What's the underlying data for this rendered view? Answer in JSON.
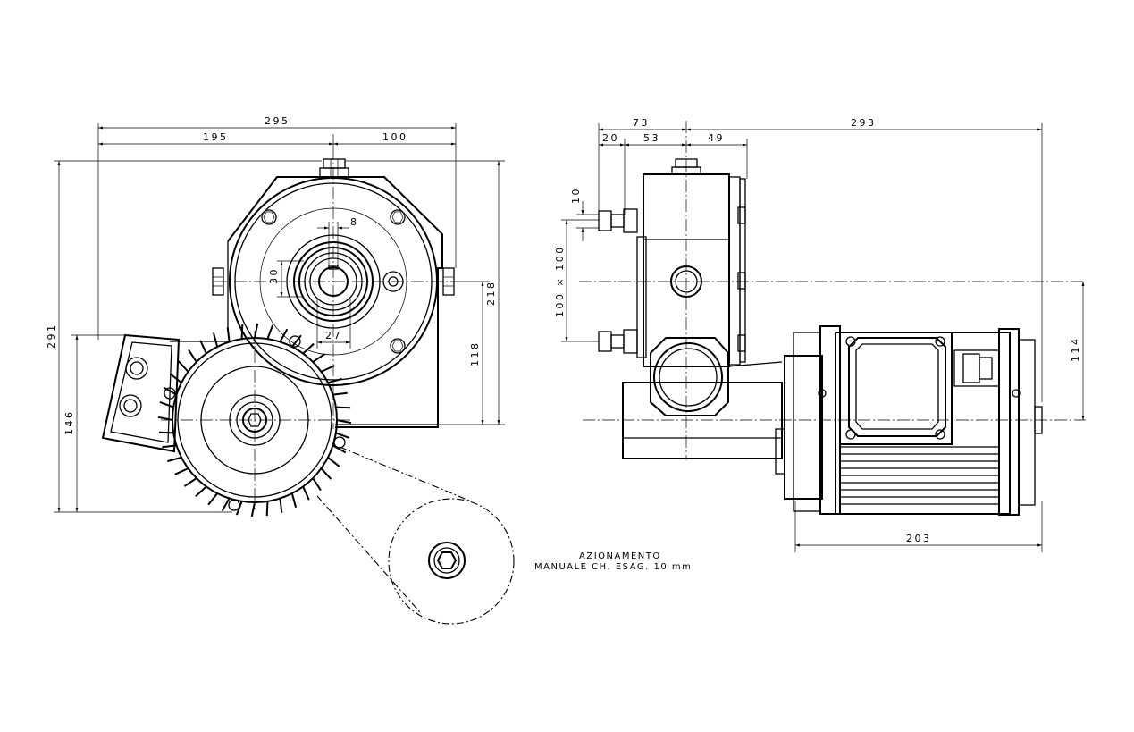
{
  "front_view": {
    "dims": {
      "overall_width": "295",
      "left_width": "195",
      "right_width": "100",
      "key_width": "8",
      "bore_height": "30",
      "hub_width": "27",
      "overall_height": "291",
      "height_right": "218",
      "axis_height": "118",
      "motor_height": "146"
    }
  },
  "side_view": {
    "dims": {
      "offset_total": "73",
      "offset_a": "20",
      "offset_b": "53",
      "body_width": "49",
      "overall_length": "293",
      "bolt_spacing": "10",
      "mount_pattern": "100 × 100",
      "axis_offset": "114",
      "motor_length": "203"
    }
  },
  "note": {
    "line1": "AZIONAMENTO",
    "line2": "MANUALE CH. ESAG. 10 mm"
  }
}
